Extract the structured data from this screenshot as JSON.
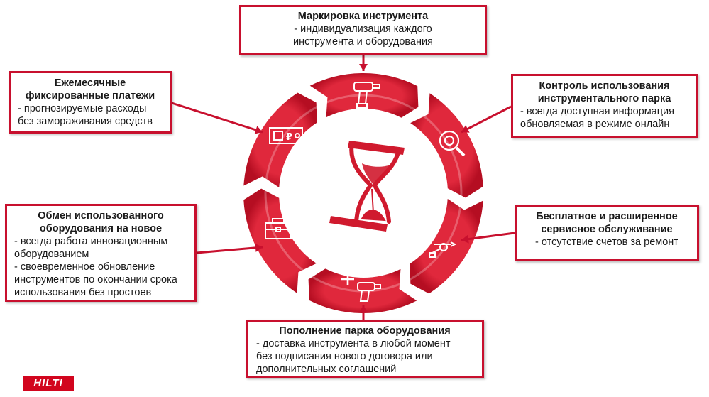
{
  "colors": {
    "accent": "#c8102e",
    "ring": "#d01a2e",
    "text": "#1a1a1a"
  },
  "boxes": {
    "top": {
      "title": "Маркировка инструмента",
      "lines": [
        "- индивидуализация каждого",
        "инструмента и оборудования"
      ]
    },
    "top_left": {
      "title": [
        "Ежемесячные",
        "фиксированные платежи"
      ],
      "lines": [
        "- прогнозируемые расходы",
        "без замораживания средств"
      ]
    },
    "top_right": {
      "title": [
        "Контроль использования",
        "инструментального парка"
      ],
      "lines": [
        "- всегда доступная информация",
        "обновляемая в режиме онлайн"
      ]
    },
    "mid_left": {
      "title": [
        "Обмен использованного",
        "оборудования на новое"
      ],
      "lines": [
        "- всегда работа инновационным",
        "оборудованием",
        "- своевременное обновление",
        "инструментов по окончании срока",
        "использования без простоев"
      ]
    },
    "mid_right": {
      "title": [
        "Бесплатное и расширенное",
        "сервисное обслуживание"
      ],
      "lines": [
        "- отсутствие счетов за ремонт"
      ]
    },
    "bottom": {
      "title": "Пополнение парка оборудования",
      "lines": [
        "- доставка инструмента в любой момент",
        "без подписания нового договора или",
        "дополнительных соглашений"
      ]
    }
  },
  "icons": [
    "drill-icon",
    "magnifier-icon",
    "wrench-screwdriver-icon",
    "drill-plus-icon",
    "toolbox-icon",
    "payment-card-icon",
    "hourglass-icon"
  ],
  "logo": "HILTI"
}
